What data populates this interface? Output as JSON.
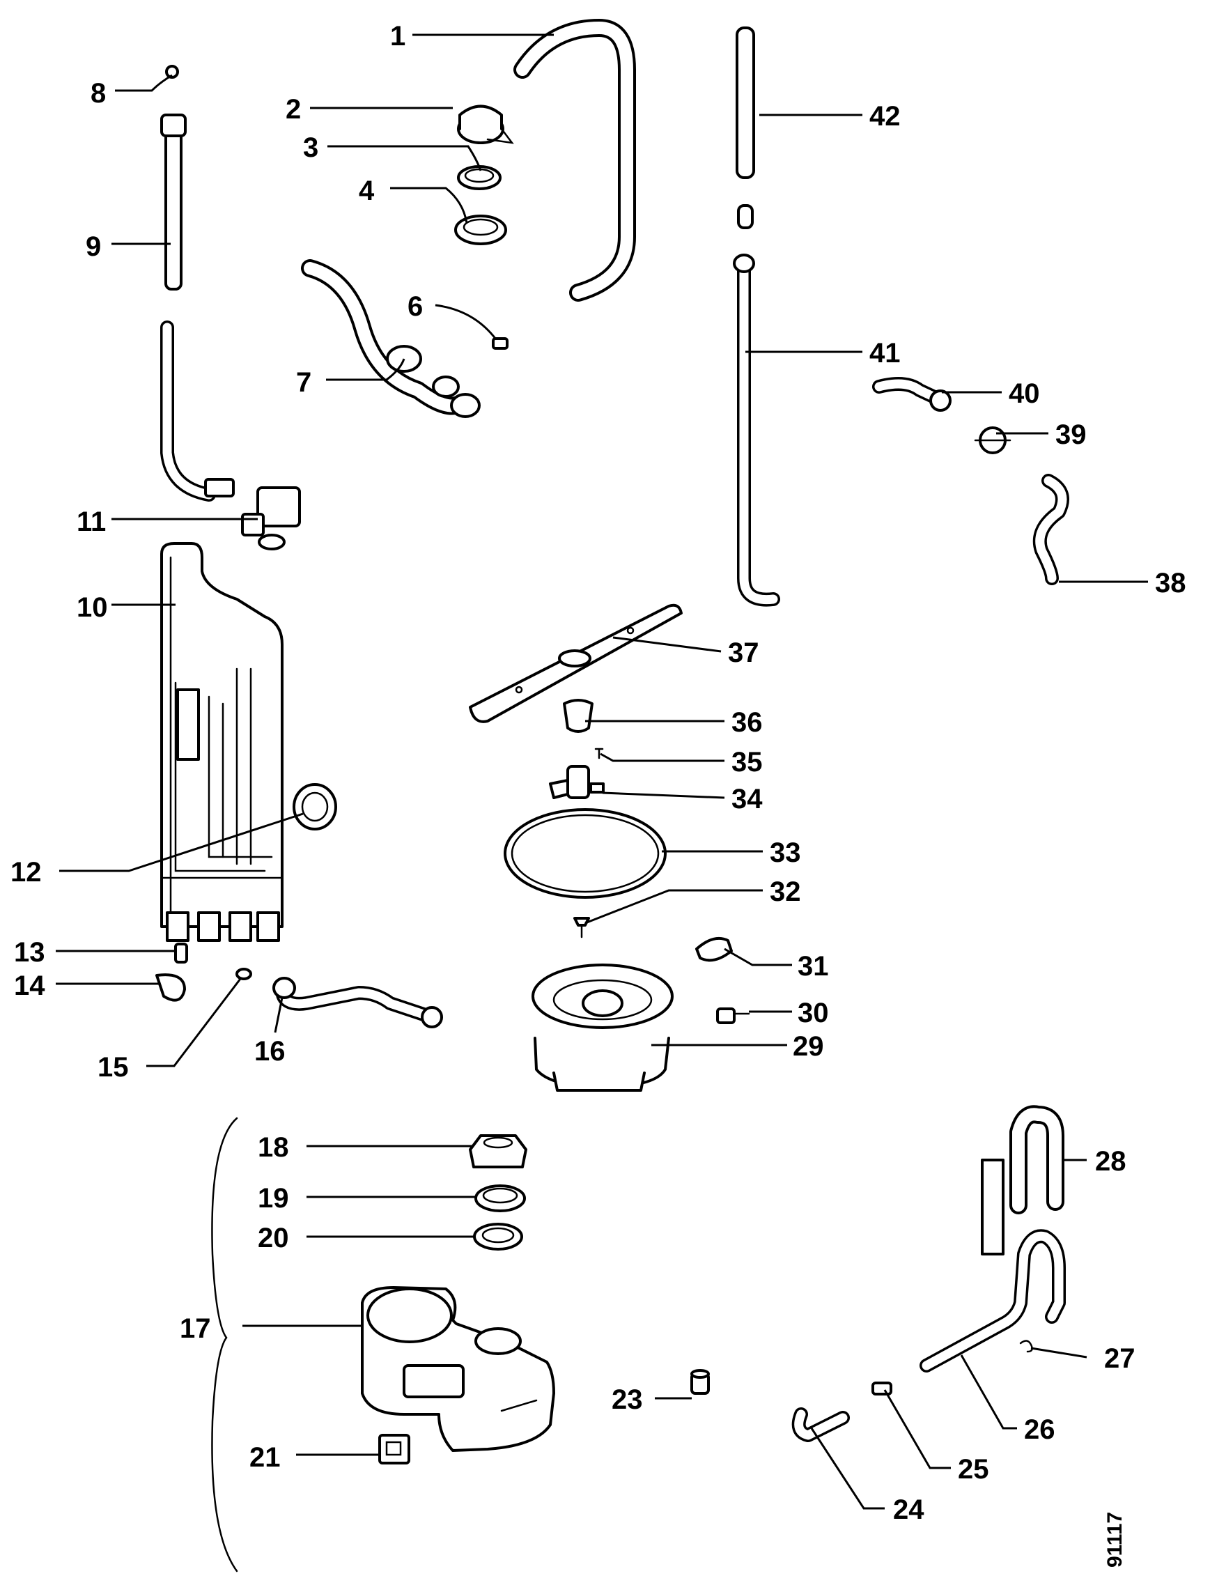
{
  "diagram": {
    "labels": [
      "1",
      "2",
      "3",
      "4",
      "6",
      "7",
      "8",
      "9",
      "10",
      "11",
      "12",
      "13",
      "14",
      "15",
      "16",
      "17",
      "18",
      "19",
      "20",
      "21",
      "23",
      "24",
      "25",
      "26",
      "27",
      "28",
      "29",
      "30",
      "31",
      "32",
      "33",
      "34",
      "35",
      "36",
      "37",
      "38",
      "39",
      "40",
      "41",
      "42"
    ],
    "drawing_code": "91117"
  }
}
